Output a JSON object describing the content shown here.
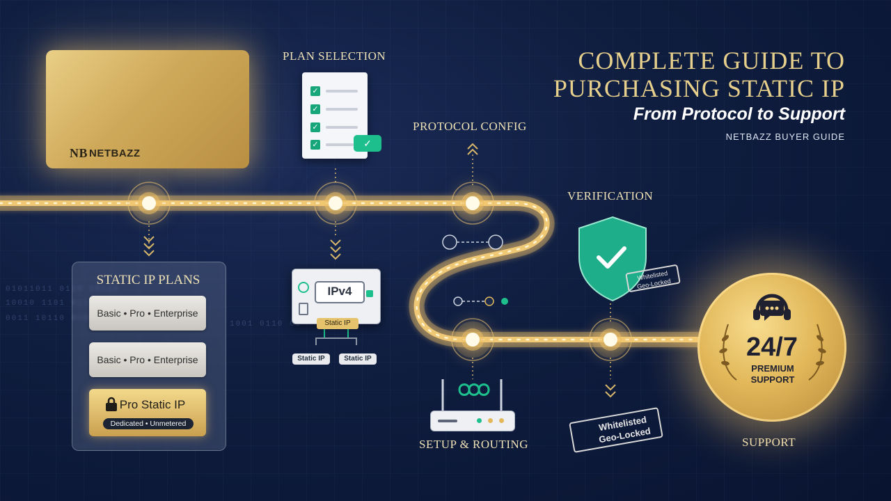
{
  "title": {
    "line1": "COMPLETE GUIDE TO",
    "line2": "PURCHASING STATIC IP",
    "subtitle": "From Protocol to Support",
    "guide": "NETBAZZ BUYER GUIDE"
  },
  "brand": {
    "mark": "NB",
    "name": "NETBAZZ"
  },
  "steps": {
    "plan_selection": "PLAN SELECTION",
    "protocol_config": "PROTOCOL CONFIG",
    "verification": "VERIFICATION",
    "setup_routing": "SETUP & ROUTING",
    "support": "SUPPORT"
  },
  "plans": {
    "title": "STATIC IP PLANS",
    "option_1": "Basic • Pro • Enterprise",
    "option_2": "Basic • Pro • Enterprise",
    "featured": {
      "name": "Pro Static IP",
      "tag": "Dedicated • Unmetered"
    }
  },
  "device": {
    "protocol": "IPv4",
    "tag": "Static IP",
    "pill_1": "Static IP",
    "pill_2": "Static IP"
  },
  "verification_stamps": {
    "stamp_1_line1": "Whitelisted",
    "stamp_1_line2": "Geo-Locked",
    "stamp_2_line1": "Whitelisted",
    "stamp_2_line2": "Geo-Locked"
  },
  "support_medal": {
    "hours": "24/7",
    "line1": "PREMIUM",
    "line2": "SUPPORT"
  },
  "colors": {
    "background": "#0f1d3f",
    "gold": "#e7cf8c",
    "accent_green": "#1dbf8c"
  }
}
